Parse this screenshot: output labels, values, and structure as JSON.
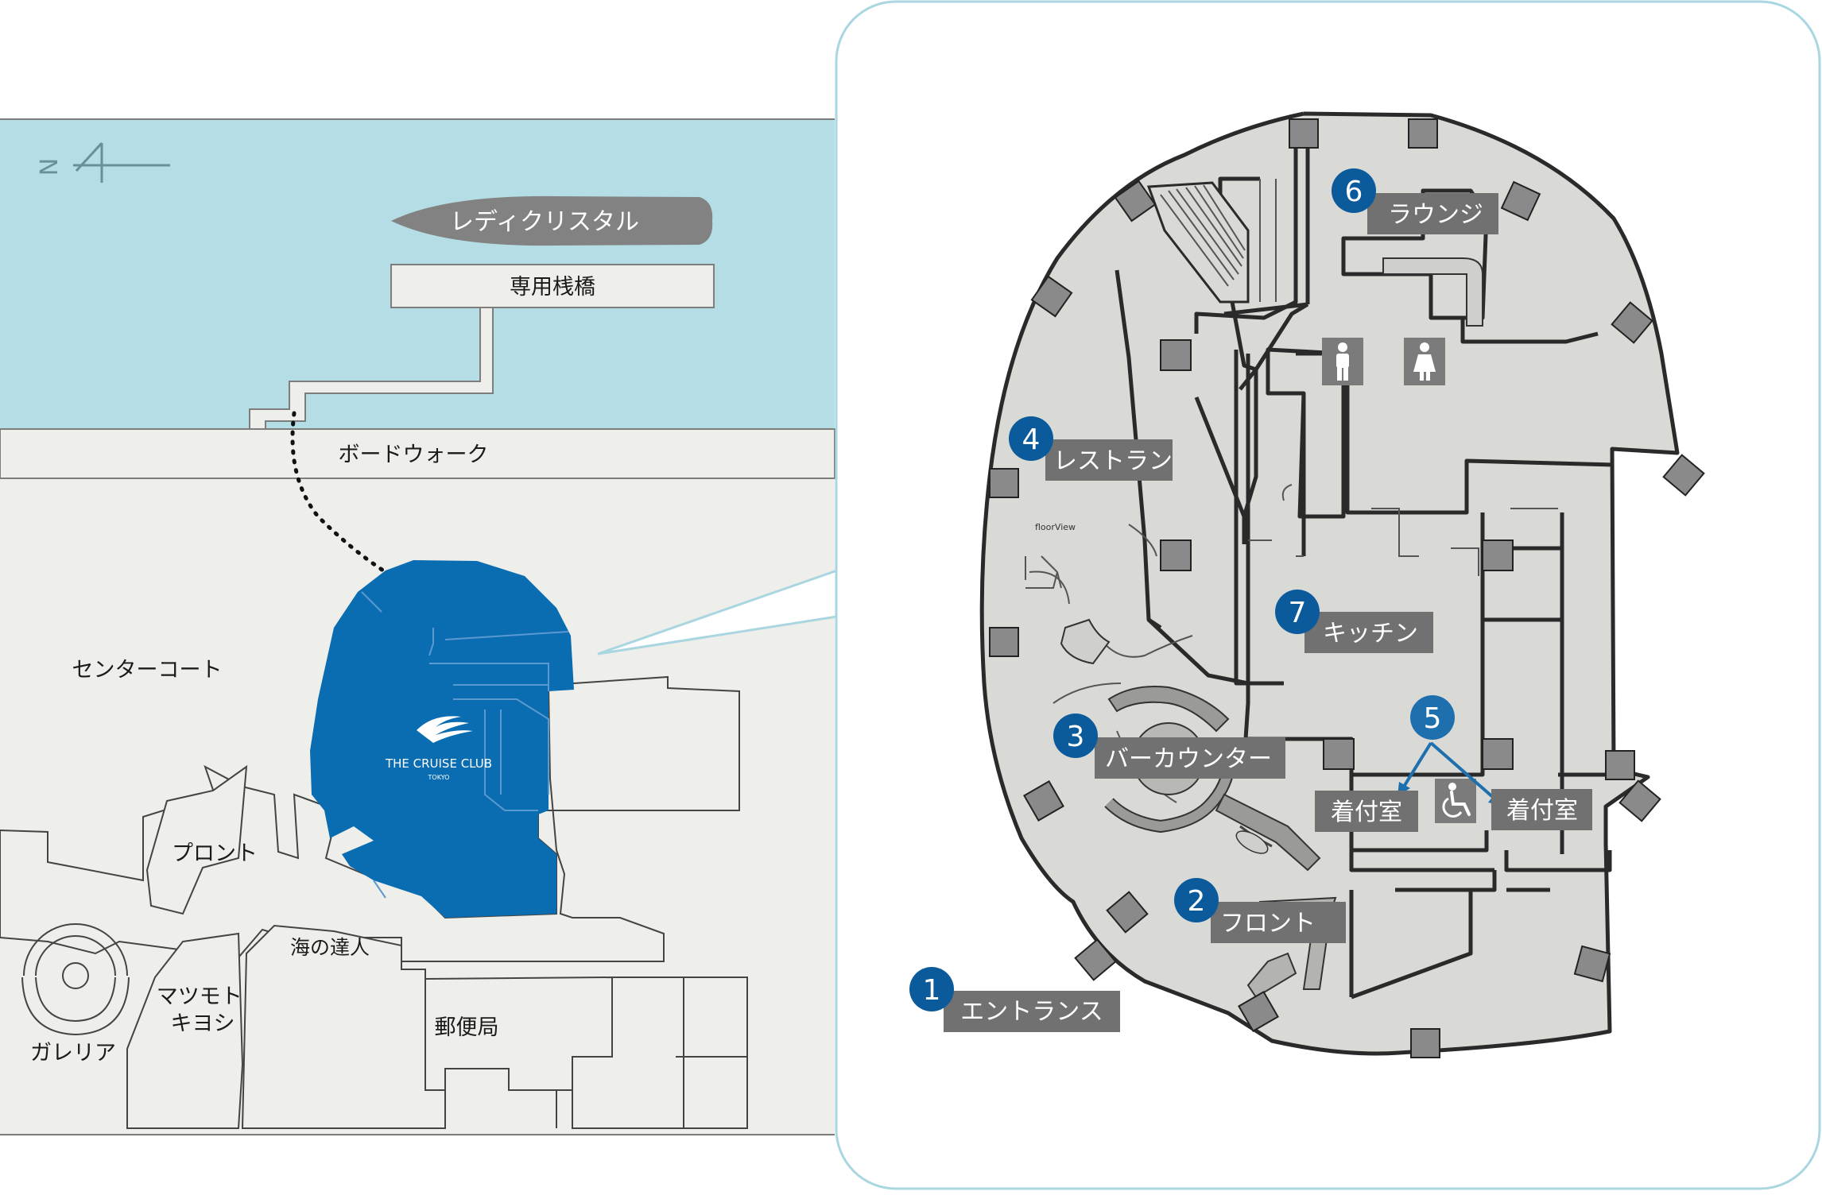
{
  "compass": {
    "north_letter": "N"
  },
  "overview": {
    "ship_label": "レディクリスタル",
    "pier_label": "専用桟橋",
    "boardwalk_label": "ボードウォーク",
    "center_court_label": "センターコート",
    "front_label": "プロント",
    "umi_label": "海の達人",
    "matsumoto_label": "マツモト\nキヨシ",
    "post_label": "郵便局",
    "galleria_label": "ガレリア",
    "venue_logo": {
      "line1": "THE CRUISE CLUB",
      "line2": "TOKYO"
    }
  },
  "floor": {
    "caption": "floorView",
    "rooms": [
      {
        "num": "1",
        "label": "エントランス"
      },
      {
        "num": "2",
        "label": "フロント"
      },
      {
        "num": "3",
        "label": "バーカウンター"
      },
      {
        "num": "4",
        "label": "レストラン"
      },
      {
        "num": "5",
        "label": "着付室",
        "label2": "着付室"
      },
      {
        "num": "6",
        "label": "ラウンジ"
      },
      {
        "num": "7",
        "label": "キッチン"
      }
    ],
    "icons": [
      "male-restroom-icon",
      "female-restroom-icon",
      "wheelchair-accessible-icon"
    ]
  },
  "colors": {
    "water": "#b5dde5",
    "land": "#eeeeea",
    "venue_blue": "#0a6cb1",
    "ship_gray": "#828282",
    "floor_gray": "#d9d9d6",
    "label_box": "#717171",
    "panel_border": "#a9d6e0"
  }
}
